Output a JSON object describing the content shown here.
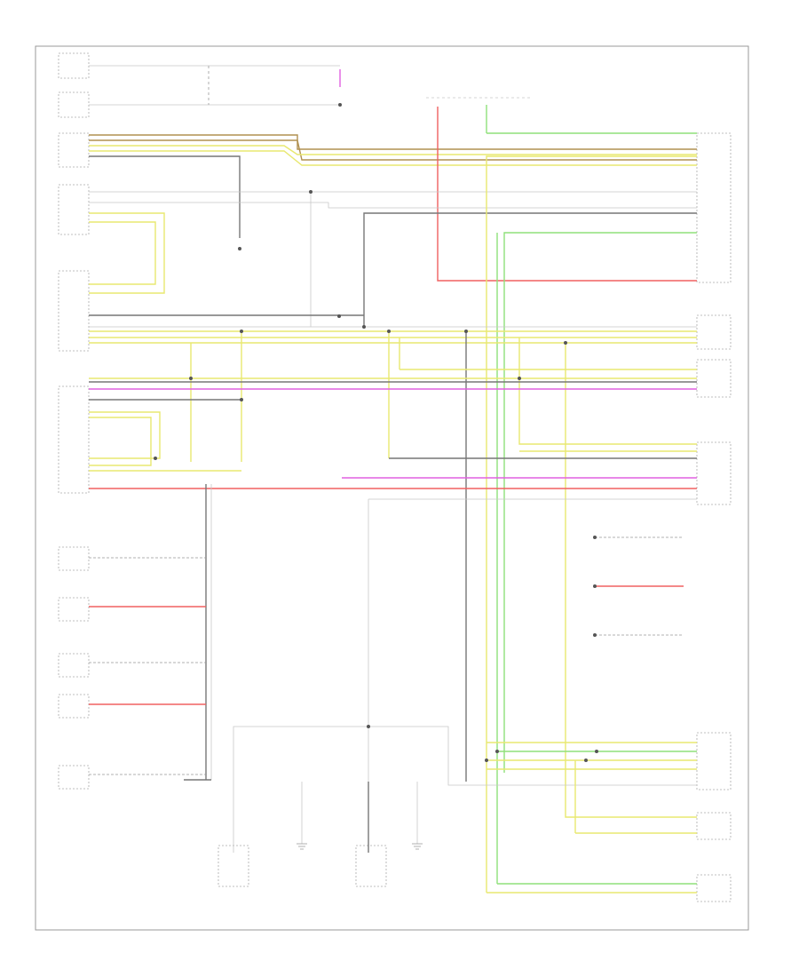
{
  "diagram": {
    "footer": "",
    "components_left": [
      {
        "id": "c1",
        "label": ""
      },
      {
        "id": "c2",
        "label": ""
      },
      {
        "id": "c3",
        "label": ""
      },
      {
        "id": "c4",
        "label": ""
      },
      {
        "id": "c5",
        "label": ""
      },
      {
        "id": "c6",
        "label": ""
      },
      {
        "id": "c7",
        "label": ""
      },
      {
        "id": "c8",
        "label": ""
      },
      {
        "id": "c9",
        "label": ""
      },
      {
        "id": "c10",
        "label": ""
      },
      {
        "id": "c11",
        "label": ""
      }
    ],
    "components_right": [
      {
        "id": "r1",
        "label": ""
      },
      {
        "id": "r2",
        "label": ""
      },
      {
        "id": "r3",
        "label": ""
      },
      {
        "id": "r4",
        "label": ""
      },
      {
        "id": "r5",
        "label": ""
      },
      {
        "id": "r6",
        "label": ""
      },
      {
        "id": "r7",
        "label": ""
      }
    ],
    "components_bottom": [
      {
        "id": "b1",
        "label": ""
      },
      {
        "id": "b2",
        "label": ""
      },
      {
        "id": "b3",
        "label": ""
      },
      {
        "id": "b4",
        "label": ""
      }
    ],
    "wire_colors": {
      "yellow": "#e8e870",
      "green": "#8fe07a",
      "pink": "#e060e0",
      "red": "#f06060",
      "gray": "#777777",
      "brown": "#b09050",
      "light_gray": "#c8c8c8"
    }
  }
}
